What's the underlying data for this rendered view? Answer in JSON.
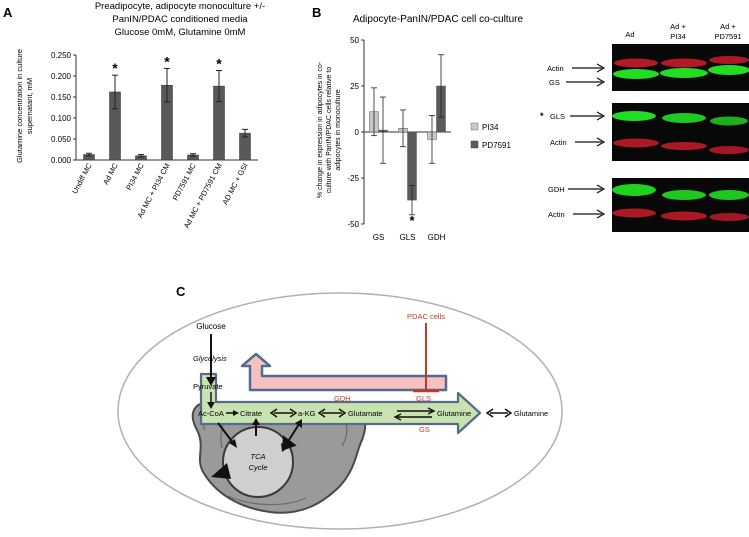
{
  "panel_labels": {
    "a": "A",
    "b": "B",
    "c": "C"
  },
  "chart_data": [
    {
      "type": "bar",
      "title_lines": [
        "Preadipocyte, adipocyte monoculture +/-",
        "PanIN/PDAC conditioned media",
        "Glucose 0mM, Glutamine 0mM"
      ],
      "ylabel_lines": [
        "Glutamine concentration in culture",
        "supernatant, mM"
      ],
      "yticks": [
        "0.000",
        "0.050",
        "0.100",
        "0.150",
        "0.200",
        "0.250"
      ],
      "ylim": [
        0,
        0.25
      ],
      "categories": [
        "Undiff MC",
        "Ad MC",
        "PI34 MC",
        "Ad MC + PI34 CM",
        "PD7591 MC",
        "Ad MC + PD7591 CM",
        "AD MC + GSI"
      ],
      "values": [
        0.013,
        0.162,
        0.01,
        0.178,
        0.012,
        0.176,
        0.064
      ],
      "errors": [
        0.003,
        0.04,
        0.003,
        0.04,
        0.003,
        0.037,
        0.009
      ],
      "significance": [
        "",
        "*",
        "",
        "*",
        "",
        "*",
        ""
      ]
    },
    {
      "type": "bar",
      "title": "Adipocyte-PanIN/PDAC cell co-culture",
      "ylabel_lines": [
        "% change in expression in adipocytes in co-",
        "culture with PanIN/PDAC cells relative to",
        "adipocytes in monoculture"
      ],
      "yticks": [
        "50",
        "25",
        "0",
        "-25",
        "-50"
      ],
      "ylim": [
        -50,
        50
      ],
      "categories": [
        "GS",
        "GLS",
        "GDH"
      ],
      "legend_placement": "right",
      "series": [
        {
          "name": "PI34",
          "color": "#c8c8c8",
          "values": [
            11,
            2,
            -4
          ],
          "errors": [
            13,
            10,
            13
          ]
        },
        {
          "name": "PD7591",
          "color": "#5a5a5a",
          "values": [
            1,
            -37,
            25
          ],
          "errors": [
            18,
            8,
            17
          ]
        }
      ],
      "significance": {
        "category": "GLS",
        "series": "PD7591",
        "mark": "*"
      }
    }
  ],
  "western_blot": {
    "column_labels": [
      "Ad",
      "Ad +\nPI34",
      "Ad +\nPD7591"
    ],
    "panels": [
      {
        "bands": [
          {
            "label": "Actin",
            "color": "red"
          },
          {
            "label": "GS",
            "color": "green"
          }
        ]
      },
      {
        "bands": [
          {
            "label": "GLS",
            "color": "green",
            "star": "*"
          },
          {
            "label": "Actin",
            "color": "red"
          }
        ]
      },
      {
        "bands": [
          {
            "label": "GDH",
            "color": "green"
          },
          {
            "label": "Actin",
            "color": "red"
          }
        ]
      }
    ]
  },
  "diagram": {
    "glucose": "Glucose",
    "glycolysis": "Glycolysis",
    "pyruvate": "Pyruvate",
    "acoa": "Ac-CoA",
    "citrate": "Citrate",
    "akg": "a-KG",
    "glutamate": "Glutamate",
    "glutamine_in": "Glutamine",
    "glutamine_out": "Glutamine",
    "gdh": "GDH",
    "gls": "GLS",
    "gs": "GS",
    "pdac": "PDAC cells",
    "tca": "TCA\nCycle",
    "colors": {
      "enzyme": "#c0392b",
      "green_arrow": "#c9e3b0",
      "pink_arrow": "#f6c1c1",
      "outline": "#556b8d"
    }
  }
}
